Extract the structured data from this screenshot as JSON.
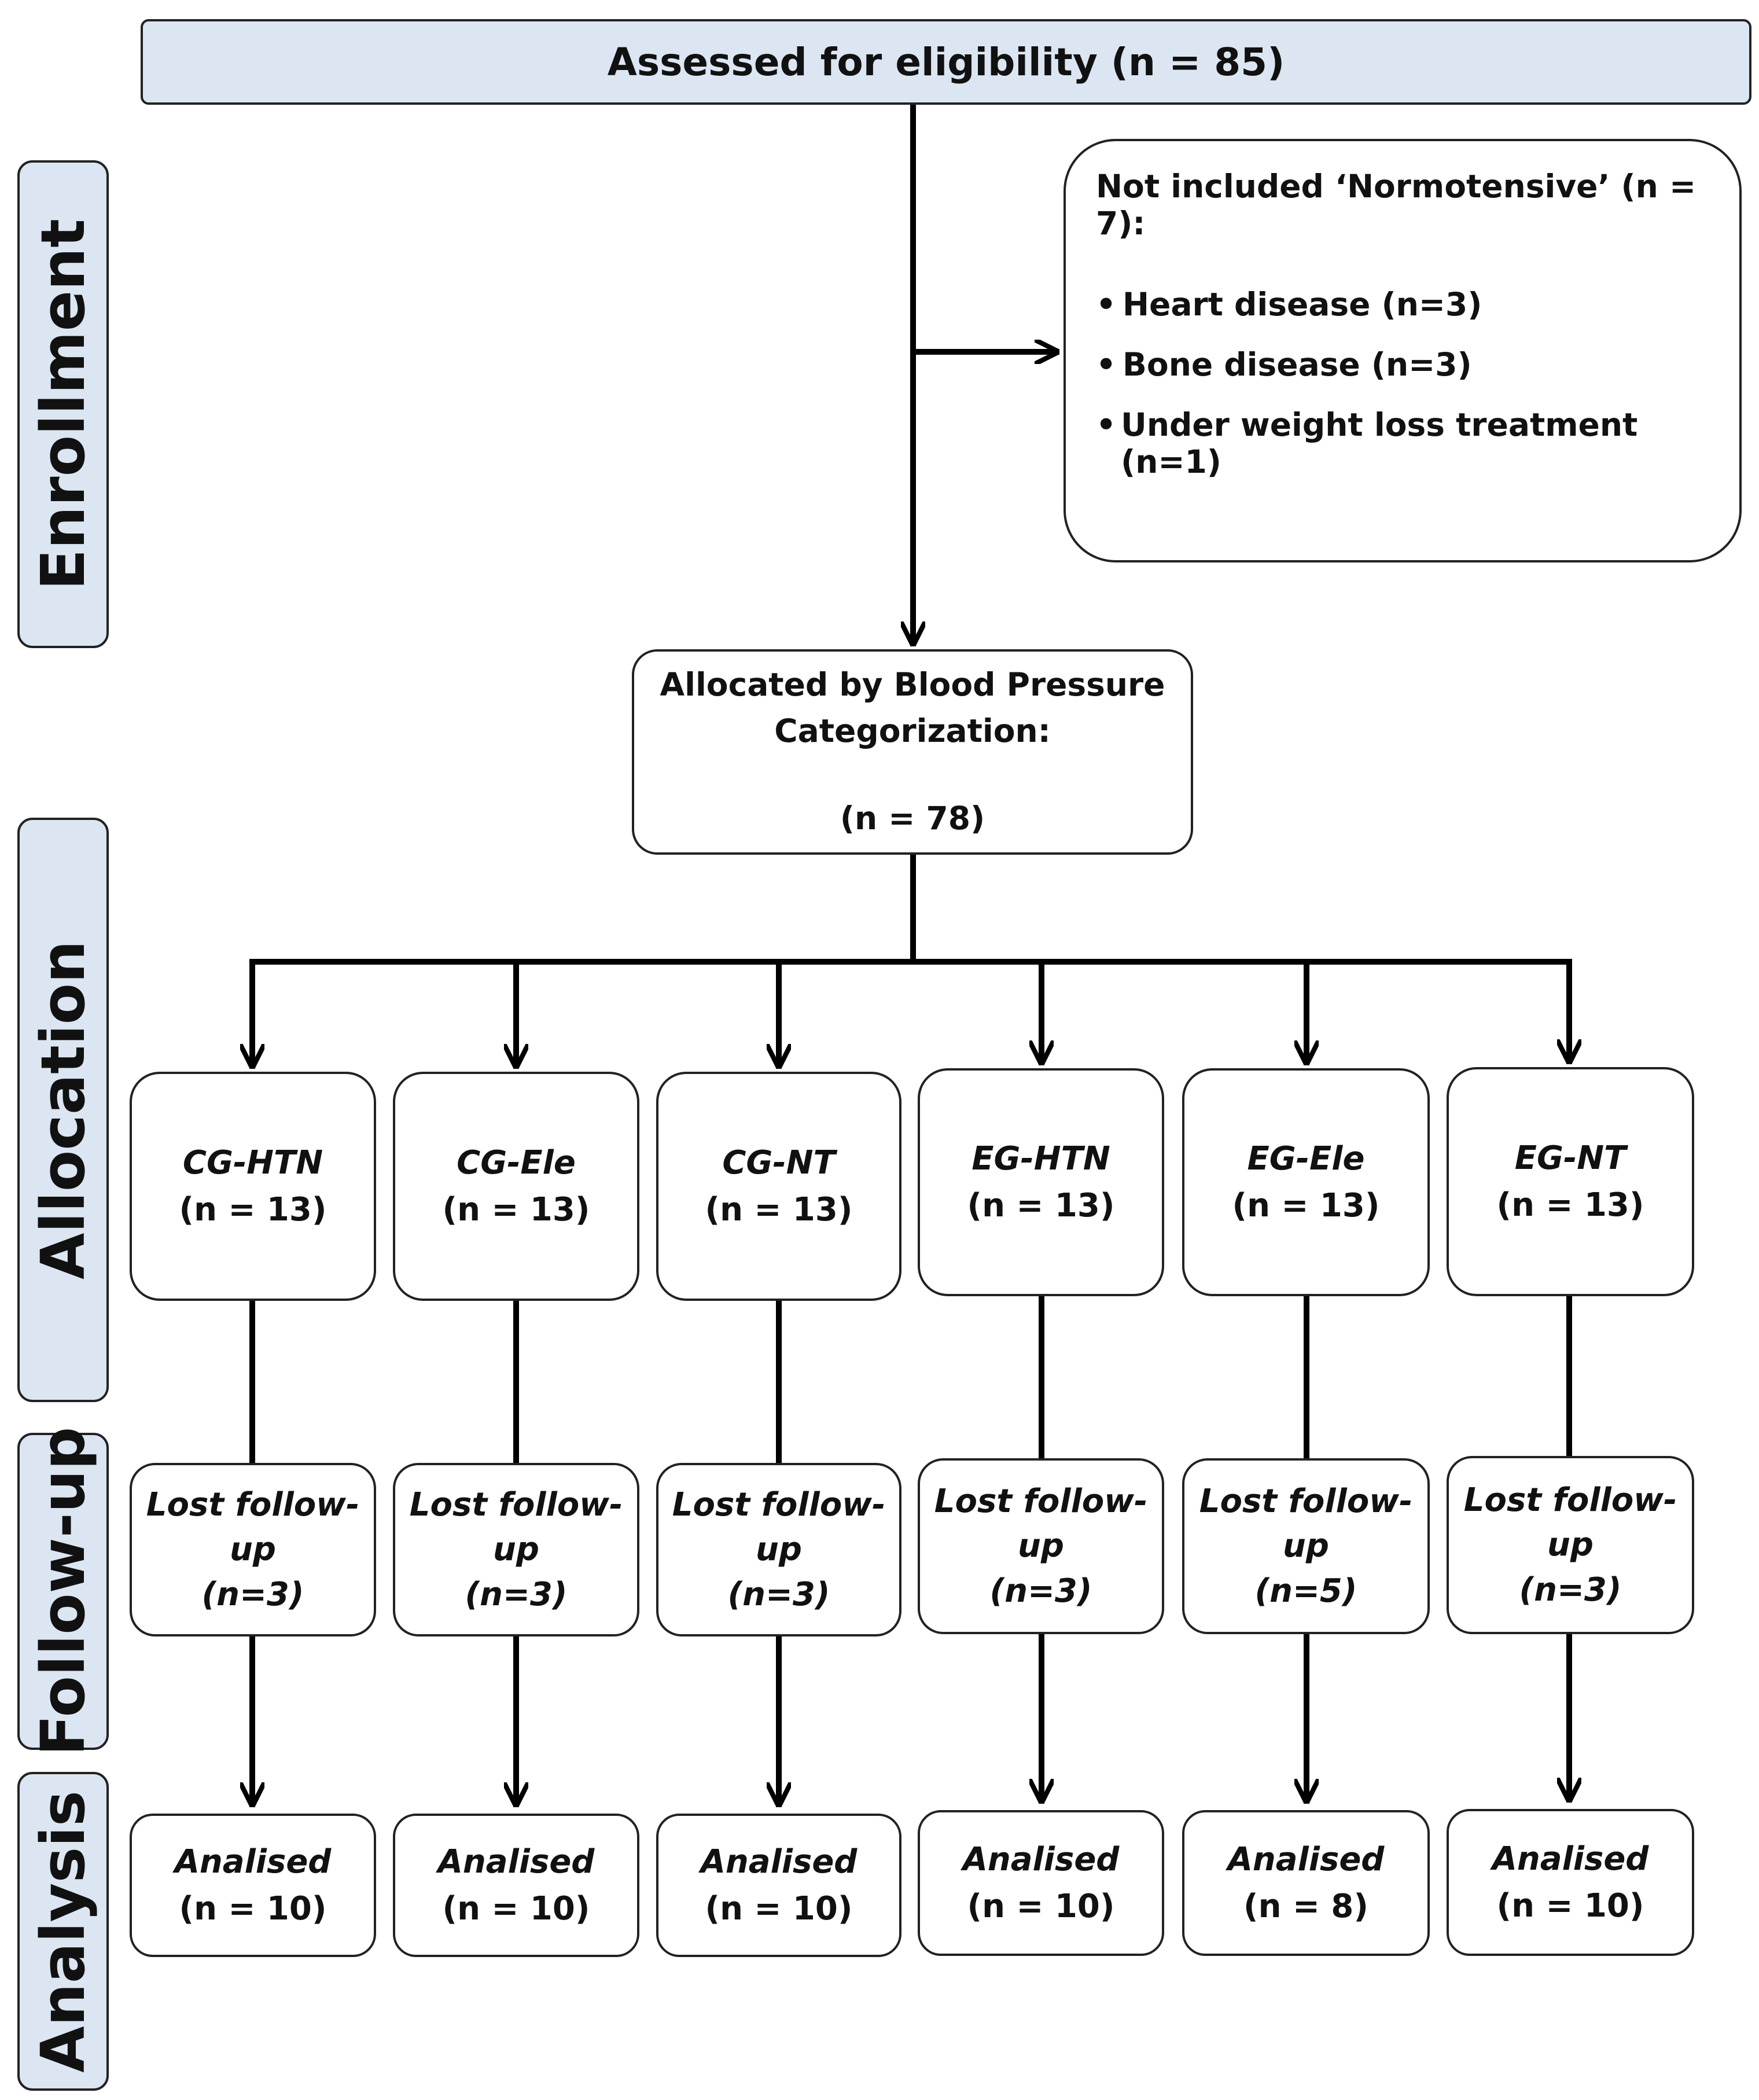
{
  "phases": [
    "Enrollment",
    "Allocation",
    "Follow-up",
    "Analysis"
  ],
  "assessed": "Assessed for eligibility (n = 85)",
  "excluded": {
    "title": "Not included ‘Normotensive’ (n = 7):",
    "items": [
      "Heart disease (n=3)",
      "Bone disease (n=3)",
      "Under weight loss treatment (n=1)"
    ]
  },
  "allocated": {
    "line1": "Allocated by Blood Pressure",
    "line2": "Categorization:",
    "count": "(n = 78)"
  },
  "groups": [
    {
      "name": "CG-HTN",
      "n": "(n = 13)",
      "lost1": "Lost follow-",
      "lost2": "up",
      "lost_n": "(n=3)",
      "an": "Analised",
      "an_n": "(n = 10)"
    },
    {
      "name": "CG-Ele",
      "n": "(n = 13)",
      "lost1": "Lost follow-",
      "lost2": "up",
      "lost_n": "(n=3)",
      "an": "Analised",
      "an_n": "(n = 10)"
    },
    {
      "name": "CG-NT",
      "n": "(n = 13)",
      "lost1": "Lost follow-",
      "lost2": "up",
      "lost_n": "(n=3)",
      "an": "Analised",
      "an_n": "(n = 10)"
    },
    {
      "name": "EG-HTN",
      "n": "(n = 13)",
      "lost1": "Lost follow-",
      "lost2": "up",
      "lost_n": "(n=3)",
      "an": "Analised",
      "an_n": "(n = 10)"
    },
    {
      "name": "EG-Ele",
      "n": "(n = 13)",
      "lost1": "Lost follow-",
      "lost2": "up",
      "lost_n": "(n=5)",
      "an": "Analised",
      "an_n": "(n = 8)"
    },
    {
      "name": "EG-NT",
      "n": "(n = 13)",
      "lost1": "Lost follow-",
      "lost2": "up",
      "lost_n": "(n=3)",
      "an": "Analised",
      "an_n": "(n = 10)"
    }
  ],
  "colors": {
    "phase_fill": "#dce6f2",
    "border": "#222222",
    "arrow": "#000000"
  }
}
